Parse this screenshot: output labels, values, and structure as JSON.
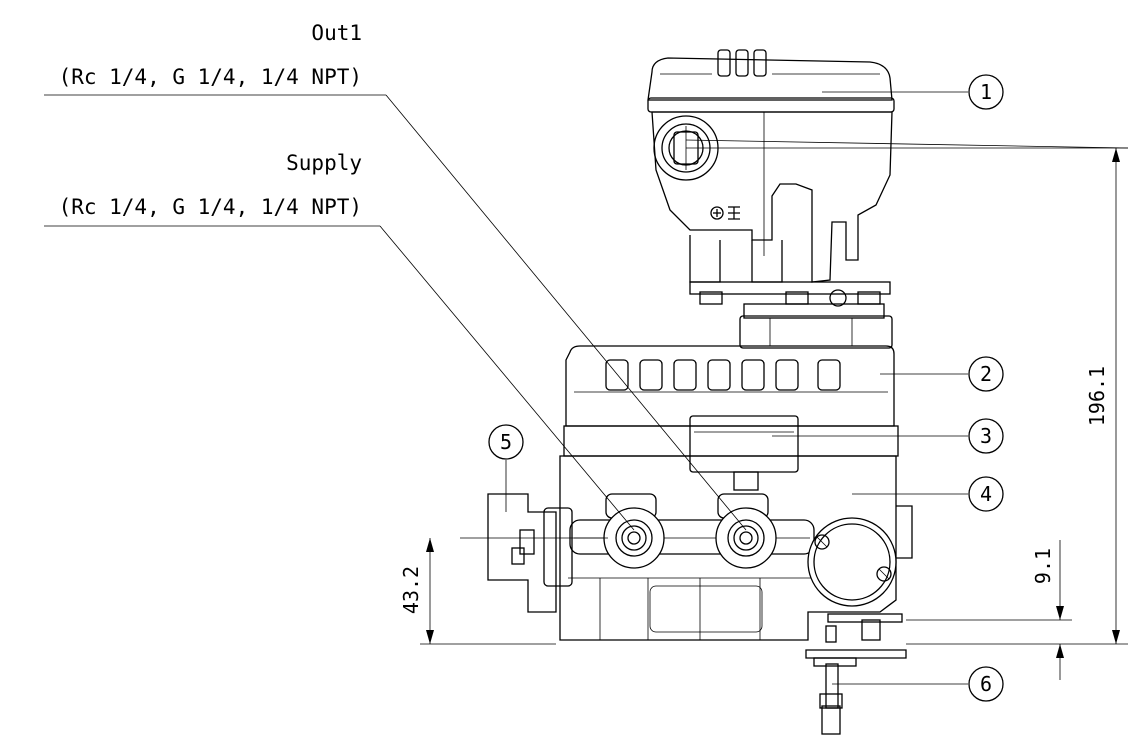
{
  "callouts": {
    "out1_title": "Out1",
    "out1_spec": "(Rc 1/4, G 1/4, 1/4 NPT)",
    "supply_title": "Supply",
    "supply_spec": "(Rc 1/4, G 1/4, 1/4 NPT)"
  },
  "balloons": [
    "1",
    "2",
    "3",
    "4",
    "5",
    "6"
  ],
  "dimensions": {
    "overall_height": "196.1",
    "port_height": "43.2",
    "bottom_offset": "9.1"
  },
  "colors": {
    "line": "#000000",
    "background": "#ffffff"
  }
}
